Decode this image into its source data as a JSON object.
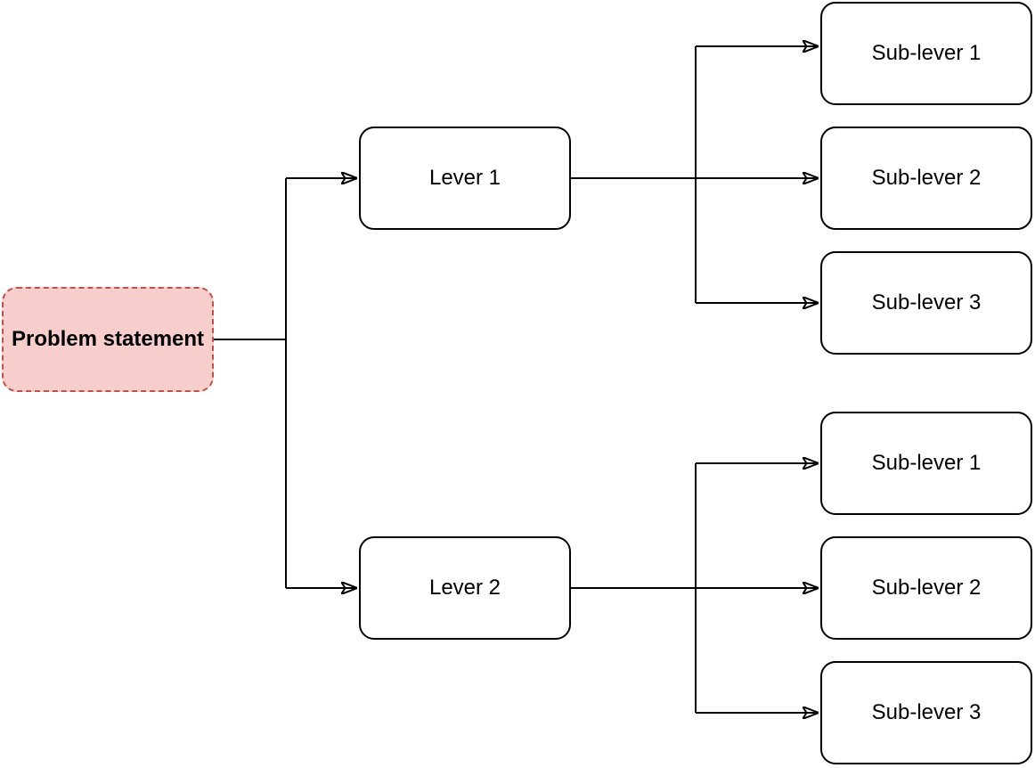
{
  "diagram": {
    "type": "tree",
    "root": {
      "label": "Problem statement",
      "fill": "#f8cecc",
      "stroke": "#b85450",
      "border_style": "dashed",
      "text_bold": true
    },
    "levers": [
      {
        "label": "Lever 1",
        "sub_levers": [
          {
            "label": "Sub-lever 1"
          },
          {
            "label": "Sub-lever 2"
          },
          {
            "label": "Sub-lever 3"
          }
        ]
      },
      {
        "label": "Lever 2",
        "sub_levers": [
          {
            "label": "Sub-lever 1"
          },
          {
            "label": "Sub-lever 2"
          },
          {
            "label": "Sub-lever 3"
          }
        ]
      }
    ],
    "colors": {
      "background": "#ffffff",
      "node_fill": "#ffffff",
      "node_stroke": "#000000",
      "connector": "#000000",
      "text": "#000000"
    }
  }
}
